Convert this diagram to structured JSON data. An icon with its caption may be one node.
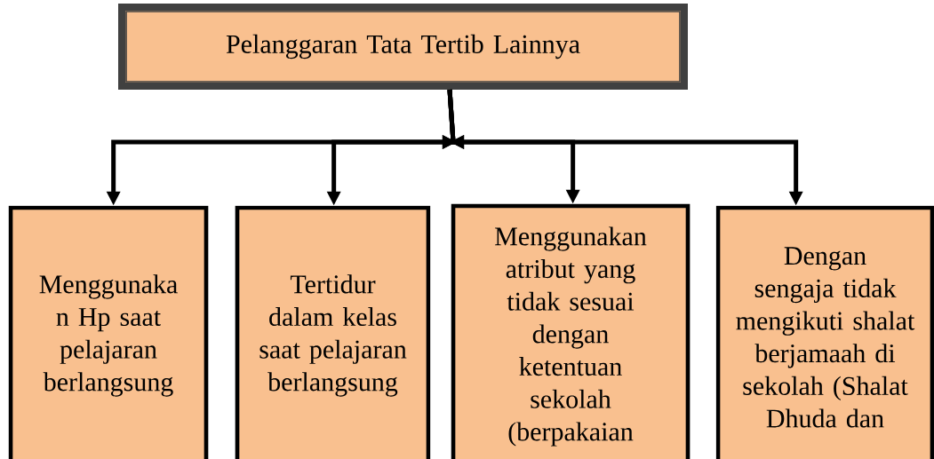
{
  "diagram": {
    "nodes": [
      {
        "text": [
          "Pelanggaran Tata Tertib Lainnya"
        ]
      },
      {
        "text": [
          "Menggunaka n Hp saat pelajaran berlangsung"
        ]
      },
      {
        "text": [
          "Tertidur dalam kelas saat pelajaran berlangsung"
        ]
      },
      {
        "text": [
          "Menggunakan atribut yang tidak sesuai dengan ketentuan sekolah (berpakaian"
        ]
      },
      {
        "text": [
          "Dengan sengaja tidak mengikuti shalat berjamaah di sekolah (Shalat Dhuda dan"
        ]
      }
    ],
    "edges": [
      {
        "from": 0,
        "to": 1,
        "arrow": "to"
      },
      {
        "from": 0,
        "to": 2,
        "arrow": "to"
      },
      {
        "from": 0,
        "to": 3,
        "arrow": "to"
      },
      {
        "from": 0,
        "to": 4,
        "arrow": "to"
      }
    ]
  }
}
